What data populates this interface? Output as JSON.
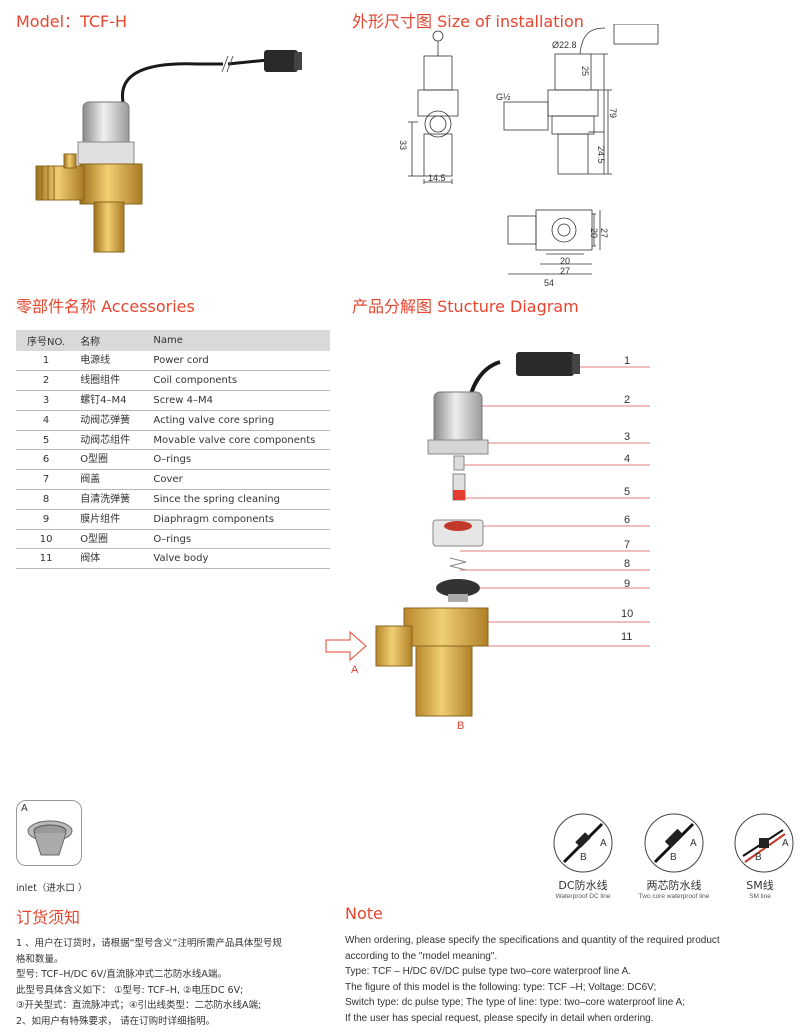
{
  "model": {
    "title": "Model：TCF-H"
  },
  "installation": {
    "title": "外形尺寸图 Size of installation",
    "dims": {
      "d22_8": "Ø22.8",
      "d25": "25",
      "d79": "79",
      "d33": "33",
      "d14_5": "14.5",
      "g_half": "G½",
      "d24_5": "24.5",
      "d20v": "20",
      "d27v": "27",
      "d20h": "20",
      "d27h": "27",
      "d54": "54"
    }
  },
  "accessories": {
    "title": "零部件名称 Accessories",
    "headers": {
      "no": "序号NO.",
      "cn": "名称",
      "en": "Name"
    },
    "rows": [
      {
        "no": "1",
        "cn": "电源线",
        "en": "Power cord"
      },
      {
        "no": "2",
        "cn": "线圈组件",
        "en": "Coil components"
      },
      {
        "no": "3",
        "cn": "螺钉4–M4",
        "en": "Screw 4–M4"
      },
      {
        "no": "4",
        "cn": "动阀芯弹簧",
        "en": "Acting valve core spring"
      },
      {
        "no": "5",
        "cn": "动阀芯组件",
        "en": "Movable valve core components"
      },
      {
        "no": "6",
        "cn": "O型圈",
        "en": "O–rings"
      },
      {
        "no": "7",
        "cn": "阀盖",
        "en": "Cover"
      },
      {
        "no": "8",
        "cn": "自清洗弹簧",
        "en": "Since the spring cleaning"
      },
      {
        "no": "9",
        "cn": "膜片组件",
        "en": "Diaphragm components"
      },
      {
        "no": "10",
        "cn": "O型圈",
        "en": "O–rings"
      },
      {
        "no": "11",
        "cn": "阀体",
        "en": "Valve body"
      }
    ]
  },
  "structure": {
    "title": "产品分解图 Stucture Diagram",
    "callouts": [
      "1",
      "2",
      "3",
      "4",
      "5",
      "6",
      "7",
      "8",
      "9",
      "10",
      "11"
    ],
    "label_a": "A",
    "label_b": "B"
  },
  "inlet": {
    "badge": "A",
    "caption": "inlet（进水口 ）"
  },
  "wires": [
    {
      "label": "DC防水线",
      "sub": "Waterproof  DC line",
      "a": "A",
      "b": "B"
    },
    {
      "label": "两芯防水线",
      "sub": "Two core waterproof line",
      "a": "A",
      "b": "B"
    },
    {
      "label": "SM线",
      "sub": "SM line",
      "a": "A",
      "b": "B"
    }
  ],
  "order": {
    "title": "订货须知",
    "lines": [
      "1  、用户在订货时，请根据“型号含义”注明所需产品具体型号规",
      "格和数量。",
      " 型号: TCF–H/DC 6V/直流脉冲式二芯防水线A端。",
      " 此型号具体含义如下：  ①型号: TCF–H, ②电压DC 6V;",
      "③开关型式：直流脉冲式；④引出线类型：二芯防水线A端;",
      "2、如用户有特殊要求，  请在订购时详细指明。"
    ]
  },
  "note": {
    "title": "Note",
    "lines": [
      "When ordering, please specify the specifications and quantity of the required product",
      "according to the \"model meaning\".",
      "Type: TCF – H/DC 6V/DC pulse type two–core waterproof line A.",
      "The figure of this model is the following: type: TCF –H; Voltage: DC6V;",
      "Switch type: dc pulse type; The type of line: type: two–core waterproof line A;",
      "If the user has special request, please specify in detail when ordering."
    ]
  },
  "colors": {
    "accent": "#e8452f",
    "brass": "#d9a441",
    "metal": "#c8c8c8",
    "table_header": "#d9d9d9"
  }
}
